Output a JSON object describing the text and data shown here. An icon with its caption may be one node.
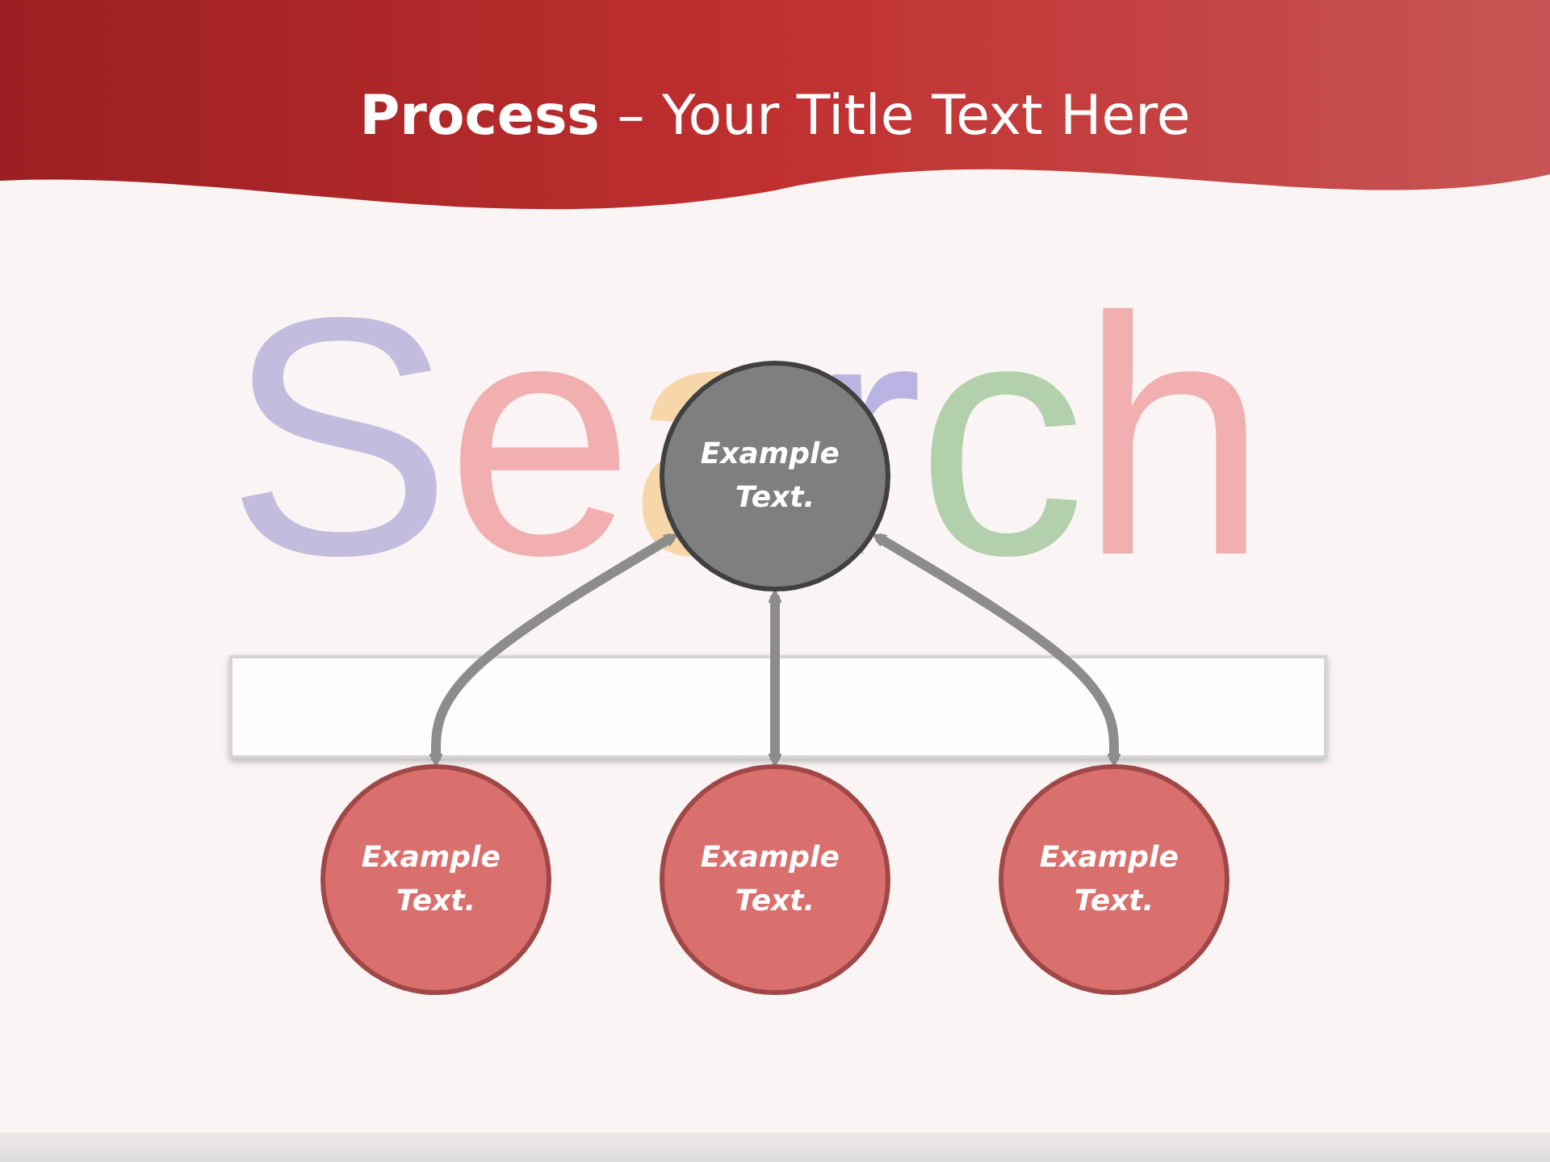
{
  "diagram": {
    "title": "**Process** – Your Title Text Here",
    "nodes": [
      {
        "text": [
          "Example Text."
        ]
      },
      {
        "text": [
          "Example Text."
        ]
      },
      {
        "text": [
          "Example Text."
        ]
      },
      {
        "text": [
          "Example Text."
        ]
      }
    ],
    "edges": [
      {
        "from": 0,
        "to": 1,
        "arrow": "both"
      },
      {
        "from": 0,
        "to": 2,
        "arrow": "both"
      },
      {
        "from": 0,
        "to": 3,
        "arrow": "both"
      }
    ],
    "labels": [
      "Search"
    ]
  }
}
